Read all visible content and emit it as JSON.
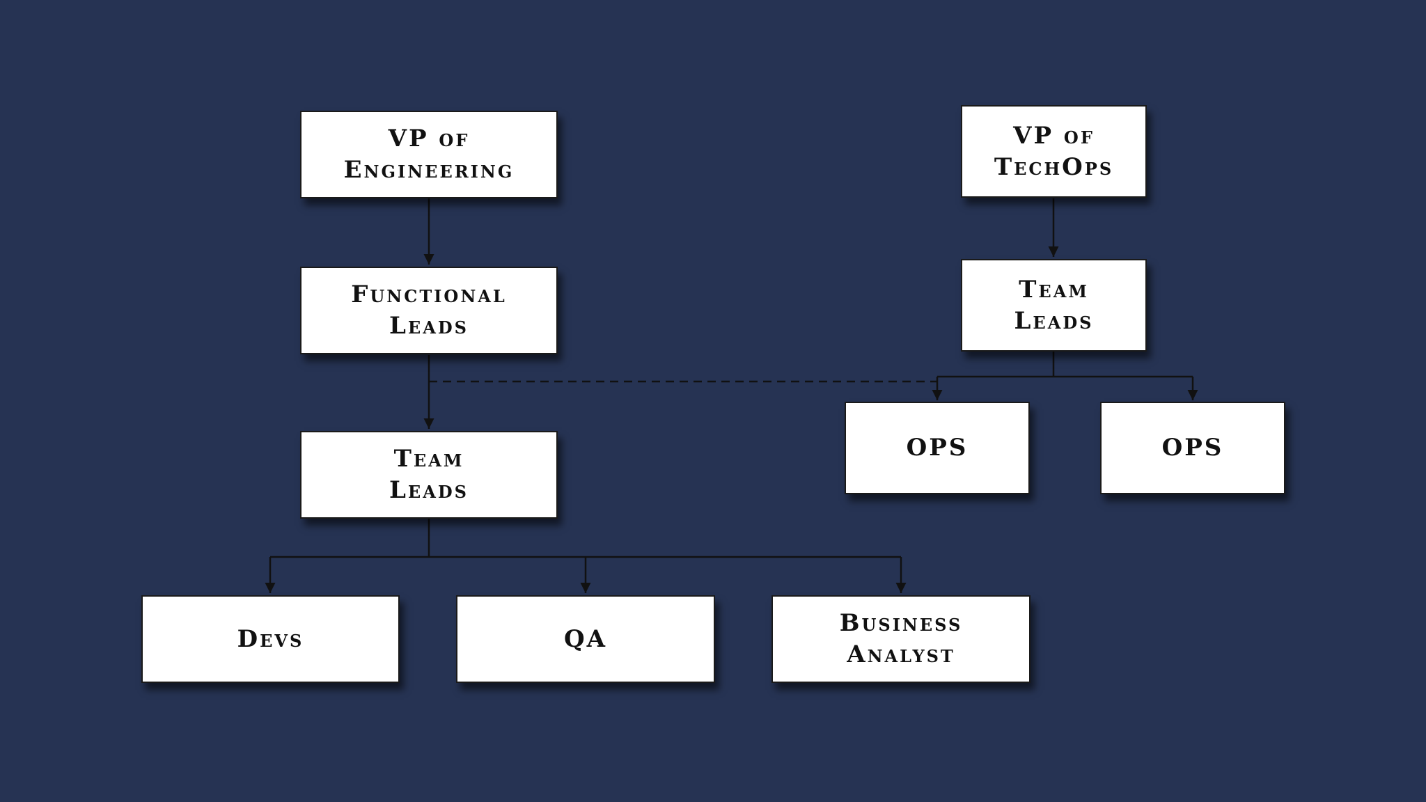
{
  "diagram": {
    "nodes": [
      {
        "id": "vp-engineering",
        "lines": [
          "VP of",
          "Engineering"
        ]
      },
      {
        "id": "functional-leads",
        "lines": [
          "Functional",
          "Leads"
        ]
      },
      {
        "id": "eng-team-leads",
        "lines": [
          "Team",
          "Leads"
        ]
      },
      {
        "id": "devs",
        "lines": [
          "Devs"
        ]
      },
      {
        "id": "qa",
        "lines": [
          "QA"
        ]
      },
      {
        "id": "business-analyst",
        "lines": [
          "Business",
          "Analyst"
        ]
      },
      {
        "id": "vp-techops",
        "lines": [
          "VP of",
          "TechOps"
        ]
      },
      {
        "id": "ops-team-leads",
        "lines": [
          "Team",
          "Leads"
        ]
      },
      {
        "id": "ops-1",
        "lines": [
          "OPS"
        ]
      },
      {
        "id": "ops-2",
        "lines": [
          "OPS"
        ]
      }
    ],
    "edges": [
      {
        "from": "vp-engineering",
        "to": "functional-leads",
        "style": "solid"
      },
      {
        "from": "functional-leads",
        "to": "eng-team-leads",
        "style": "solid"
      },
      {
        "from": "eng-team-leads",
        "to": "devs",
        "style": "solid"
      },
      {
        "from": "eng-team-leads",
        "to": "qa",
        "style": "solid"
      },
      {
        "from": "eng-team-leads",
        "to": "business-analyst",
        "style": "solid"
      },
      {
        "from": "vp-techops",
        "to": "ops-team-leads",
        "style": "solid"
      },
      {
        "from": "ops-team-leads",
        "to": "ops-1",
        "style": "solid"
      },
      {
        "from": "ops-team-leads",
        "to": "ops-2",
        "style": "solid"
      },
      {
        "from": "functional-leads",
        "to": "ops-1",
        "style": "dashed"
      }
    ],
    "colors": {
      "background": "#263353",
      "box": "#ffffff",
      "border": "#1a1a1a",
      "line": "#111111"
    }
  }
}
